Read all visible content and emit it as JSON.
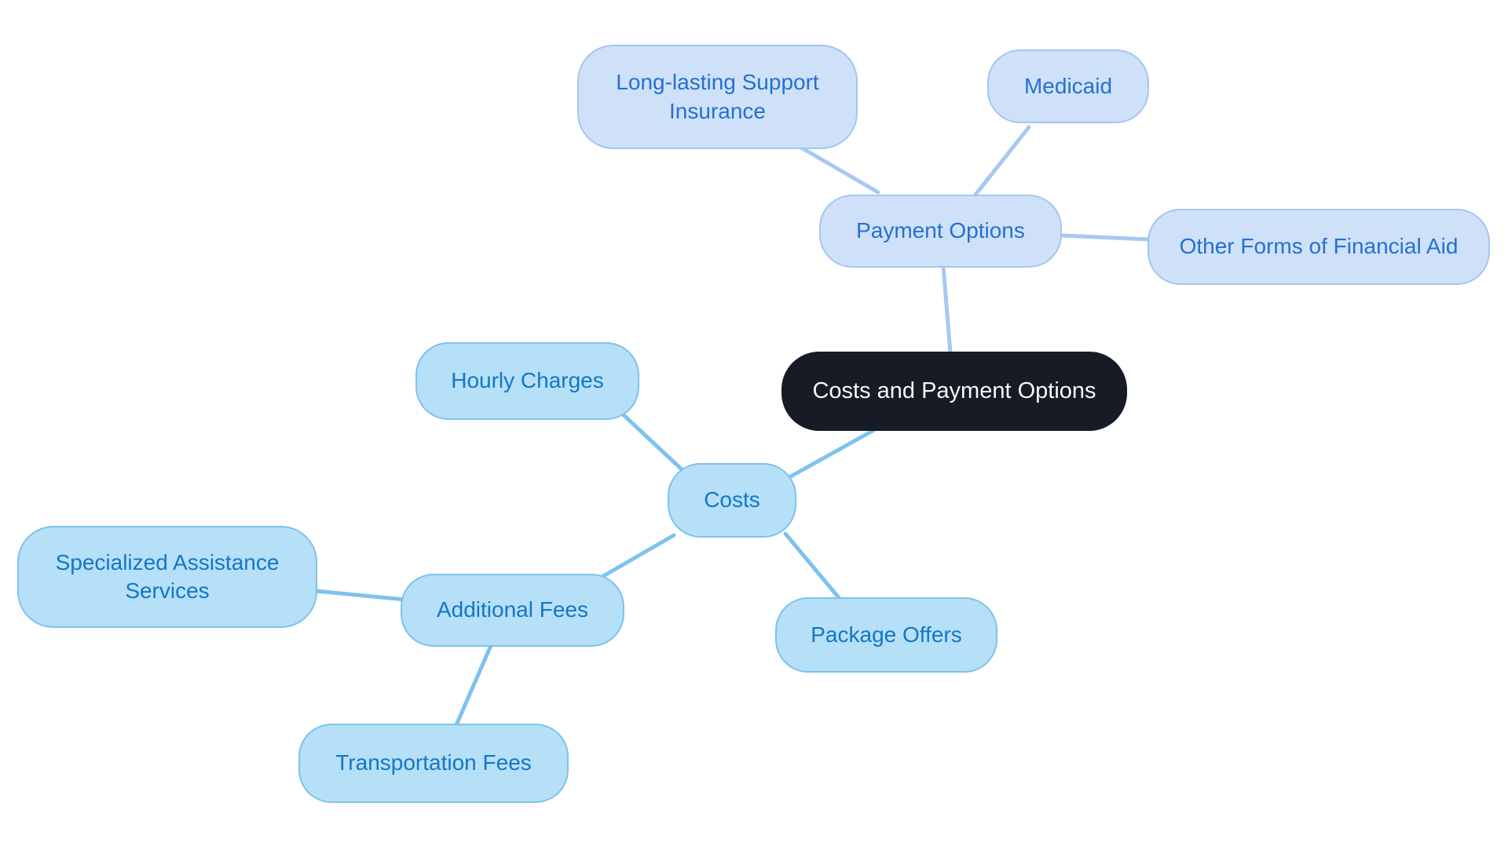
{
  "diagram": {
    "type": "mindmap",
    "title": "Costs and Payment Options"
  },
  "nodes": {
    "central": {
      "label": "Costs and Payment Options"
    },
    "payment": {
      "label": "Payment Options"
    },
    "llsi": {
      "label": "Long-lasting Support Insurance"
    },
    "medicaid": {
      "label": "Medicaid"
    },
    "offa": {
      "label": "Other Forms of Financial Aid"
    },
    "costs": {
      "label": "Costs"
    },
    "hourly": {
      "label": "Hourly Charges"
    },
    "af": {
      "label": "Additional Fees"
    },
    "po": {
      "label": "Package Offers"
    },
    "sas": {
      "label": "Specialized Assistance Services"
    },
    "tf": {
      "label": "Transportation Fees"
    }
  },
  "edges": [
    {
      "from": "Long-lasting Support Insurance",
      "to": "Payment Options"
    },
    {
      "from": "Medicaid",
      "to": "Payment Options"
    },
    {
      "from": "Payment Options",
      "to": "Other Forms of Financial Aid"
    },
    {
      "from": "Payment Options",
      "to": "Costs and Payment Options"
    },
    {
      "from": "Costs and Payment Options",
      "to": "Costs"
    },
    {
      "from": "Hourly Charges",
      "to": "Costs"
    },
    {
      "from": "Costs",
      "to": "Additional Fees"
    },
    {
      "from": "Costs",
      "to": "Package Offers"
    },
    {
      "from": "Specialized Assistance Services",
      "to": "Additional Fees"
    },
    {
      "from": "Additional Fees",
      "to": "Transportation Fees"
    }
  ],
  "colors": {
    "background": "#ffffff",
    "central_fill": "#161b25",
    "central_text": "#f7f8f9",
    "payment_branch_fill": "#cfe1f9",
    "payment_branch_border": "#a3c6f0",
    "payment_branch_text": "#2470d2",
    "payment_branch_line": "#a6c8f2",
    "costs_branch_fill": "#b6dff8",
    "costs_branch_border": "#7fc2ec",
    "costs_branch_text": "#1377c5",
    "costs_branch_line": "#7fc2ee"
  }
}
